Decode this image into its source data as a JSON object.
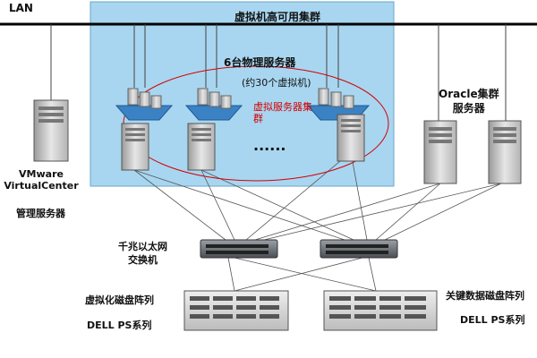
{
  "labels": {
    "lan": "LAN",
    "cluster_title": "虚拟机高可用集群",
    "physical_servers": "6台物理服务器",
    "vm_count": "(约30个虚拟机)",
    "vm_cluster": "虚拟服务器集群",
    "oracle_cluster": "Oracle集群\n服务器",
    "vmware": "VMware\nVirtualCenter",
    "management": "管理服务器",
    "gige_switch": "千兆以太网\n交换机",
    "virtual_disk_array": "虚拟化磁盘阵列",
    "dell_ps_1": "DELL PS系列",
    "key_data_disk": "关键数据磁盘阵列",
    "dell_ps_2": "DELL PS系列",
    "dots": "......"
  },
  "colors": {
    "cluster_bg": "#a8d6f0",
    "cluster_border": "#6aa6c8",
    "ellipse": "#d40000",
    "vm_label": "#d40000",
    "vm_platform": "#3a82c4"
  }
}
